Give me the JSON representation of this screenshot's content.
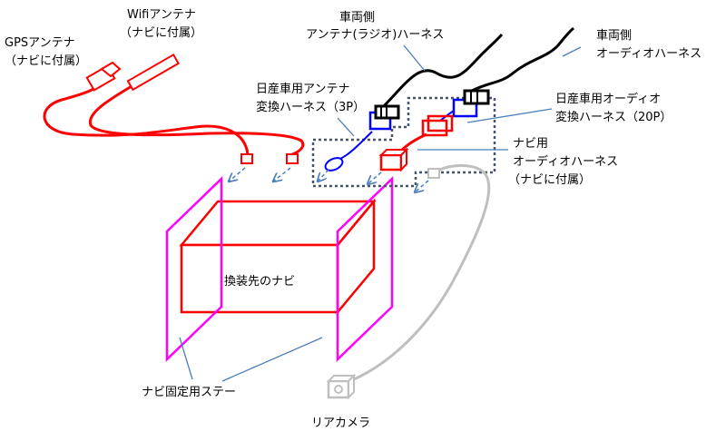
{
  "labels": {
    "gps_antenna": [
      "GPSアンテナ",
      "（ナビに付属）"
    ],
    "wifi_antenna": [
      "Wifiアンテナ",
      "（ナビに付属）"
    ],
    "vehicle_antenna_harness": [
      "車両側",
      "アンテナ(ラジオ)ハーネス"
    ],
    "vehicle_audio_harness": [
      "車両側",
      "オーディオハーネス"
    ],
    "nissan_antenna_adapter": [
      "日産車用アンテナ",
      "変換ハーネス（3P）"
    ],
    "nissan_audio_adapter": [
      "日産車用オーディオ",
      "変換ハーネス（20P）"
    ],
    "navi_audio_harness": [
      "ナビ用",
      "オーディオハーネス",
      "（ナビに付属）"
    ],
    "replacement_navi": "換装先のナビ",
    "navi_mount_stay": "ナビ固定用ステー",
    "rear_camera": "リアカメラ"
  },
  "colors": {
    "antenna_cable": "#ff0000",
    "navi_box": "#ff0000",
    "mount_stay": "#ff00ff",
    "adapter_harness": "#0000ff",
    "vehicle_harness": "#000000",
    "camera": "#bfbfbf",
    "dotted_group": "#44546a",
    "leader_line": "#4a7ebb"
  }
}
